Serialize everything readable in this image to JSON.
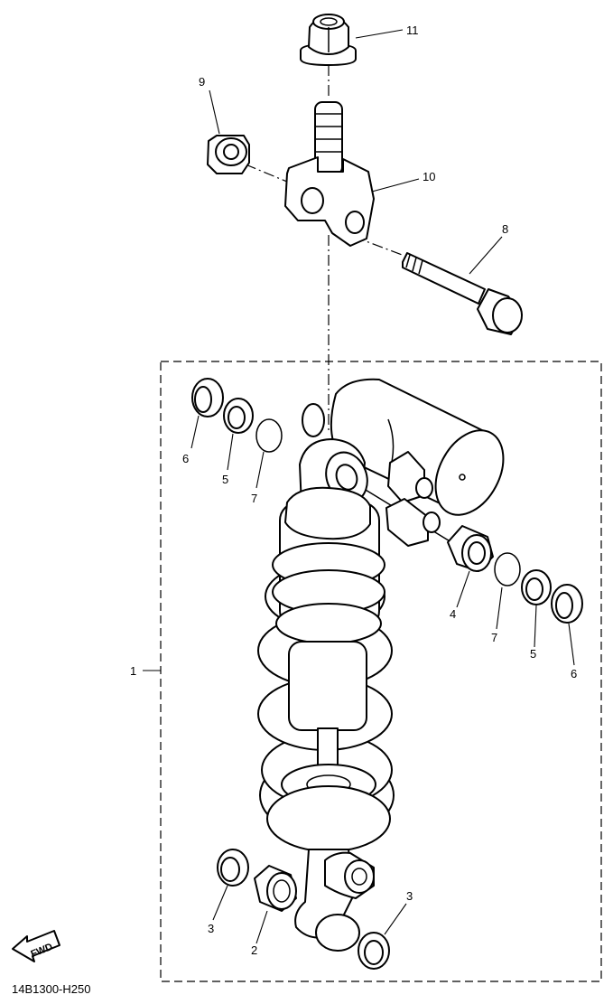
{
  "diagram_code": "14B1300-H250",
  "fwd_label": "FWD",
  "callouts": {
    "c1": "1",
    "c2": "2",
    "c3a": "3",
    "c3b": "3",
    "c4": "4",
    "c5a": "5",
    "c5b": "5",
    "c6a": "6",
    "c6b": "6",
    "c7a": "7",
    "c7b": "7",
    "c8": "8",
    "c9": "9",
    "c10": "10",
    "c11": "11"
  }
}
